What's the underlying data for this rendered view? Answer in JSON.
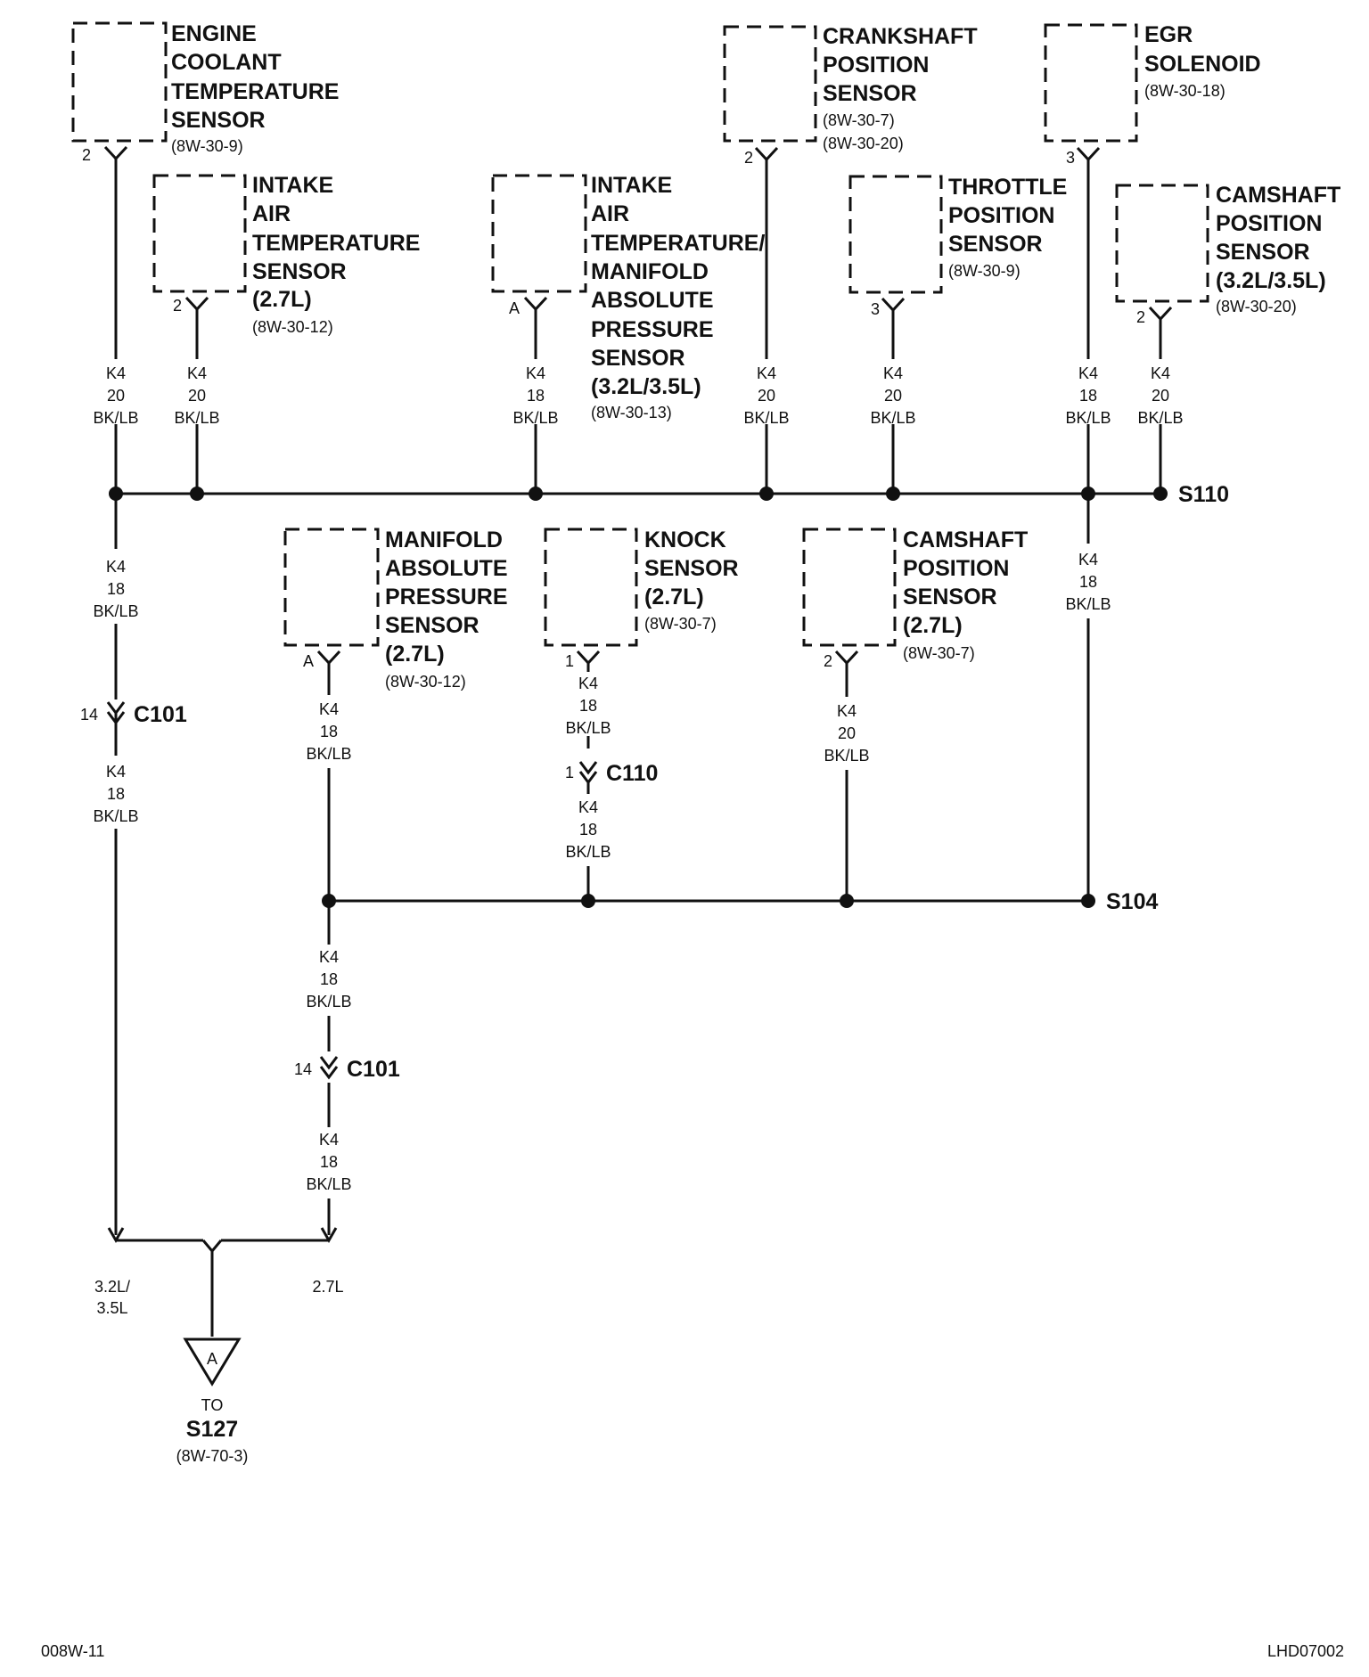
{
  "components": [
    {
      "id": "ect",
      "name_lines": [
        "ENGINE",
        "COOLANT",
        "TEMPERATURE",
        "SENSOR"
      ],
      "refs": [
        "(8W-30-9)"
      ],
      "pin": "2"
    },
    {
      "id": "iat27",
      "name_lines": [
        "INTAKE",
        "AIR",
        "TEMPERATURE",
        "SENSOR",
        "(2.7L)"
      ],
      "refs": [
        "(8W-30-12)"
      ],
      "pin": "2"
    },
    {
      "id": "iatmap",
      "name_lines": [
        "INTAKE",
        "AIR",
        "TEMPERATURE/",
        "MANIFOLD",
        "ABSOLUTE",
        "PRESSURE",
        "SENSOR",
        "(3.2L/3.5L)"
      ],
      "refs": [
        "(8W-30-13)"
      ],
      "pin": "A"
    },
    {
      "id": "ckp",
      "name_lines": [
        "CRANKSHAFT",
        "POSITION",
        "SENSOR"
      ],
      "refs": [
        "(8W-30-7)",
        "(8W-30-20)"
      ],
      "pin": "2"
    },
    {
      "id": "tps",
      "name_lines": [
        "THROTTLE",
        "POSITION",
        "SENSOR"
      ],
      "refs": [
        "(8W-30-9)"
      ],
      "pin": "3"
    },
    {
      "id": "egr",
      "name_lines": [
        "EGR",
        "SOLENOID"
      ],
      "refs": [
        "(8W-30-18)"
      ],
      "pin": "3"
    },
    {
      "id": "cmp32",
      "name_lines": [
        "CAMSHAFT",
        "POSITION",
        "SENSOR",
        "(3.2L/3.5L)"
      ],
      "refs": [
        "(8W-30-20)"
      ],
      "pin": "2"
    },
    {
      "id": "map27",
      "name_lines": [
        "MANIFOLD",
        "ABSOLUTE",
        "PRESSURE",
        "SENSOR",
        "(2.7L)"
      ],
      "refs": [
        "(8W-30-12)"
      ],
      "pin": "A"
    },
    {
      "id": "knock",
      "name_lines": [
        "KNOCK",
        "SENSOR",
        "(2.7L)"
      ],
      "refs": [
        "(8W-30-7)"
      ],
      "pin": "1"
    },
    {
      "id": "cmp27",
      "name_lines": [
        "CAMSHAFT",
        "POSITION",
        "SENSOR",
        "(2.7L)"
      ],
      "refs": [
        "(8W-30-7)"
      ],
      "pin": "2"
    }
  ],
  "wire_labels": [
    {
      "id": "w_ect",
      "lines": [
        "K4",
        "20",
        "BK/LB"
      ]
    },
    {
      "id": "w_iat27",
      "lines": [
        "K4",
        "20",
        "BK/LB"
      ]
    },
    {
      "id": "w_iatmap",
      "lines": [
        "K4",
        "18",
        "BK/LB"
      ]
    },
    {
      "id": "w_ckp",
      "lines": [
        "K4",
        "20",
        "BK/LB"
      ]
    },
    {
      "id": "w_tps",
      "lines": [
        "K4",
        "20",
        "BK/LB"
      ]
    },
    {
      "id": "w_egr",
      "lines": [
        "K4",
        "18",
        "BK/LB"
      ]
    },
    {
      "id": "w_cmp32",
      "lines": [
        "K4",
        "20",
        "BK/LB"
      ]
    },
    {
      "id": "w_s110_down",
      "lines": [
        "K4",
        "18",
        "BK/LB"
      ]
    },
    {
      "id": "w_s110_s104",
      "lines": [
        "K4",
        "18",
        "BK/LB"
      ]
    },
    {
      "id": "w_c101a_below",
      "lines": [
        "K4",
        "18",
        "BK/LB"
      ]
    },
    {
      "id": "w_map27",
      "lines": [
        "K4",
        "18",
        "BK/LB"
      ]
    },
    {
      "id": "w_knock",
      "lines": [
        "K4",
        "18",
        "BK/LB"
      ]
    },
    {
      "id": "w_c110_below",
      "lines": [
        "K4",
        "18",
        "BK/LB"
      ]
    },
    {
      "id": "w_cmp27",
      "lines": [
        "K4",
        "20",
        "BK/LB"
      ]
    },
    {
      "id": "w_s104_down",
      "lines": [
        "K4",
        "18",
        "BK/LB"
      ]
    },
    {
      "id": "w_c101b_below",
      "lines": [
        "K4",
        "18",
        "BK/LB"
      ]
    }
  ],
  "splices": [
    {
      "id": "s110",
      "label": "S110"
    },
    {
      "id": "s104",
      "label": "S104"
    }
  ],
  "connectors": [
    {
      "id": "c101a",
      "label": "C101",
      "pin": "14"
    },
    {
      "id": "c110",
      "label": "C110",
      "pin": "1"
    },
    {
      "id": "c101b",
      "label": "C101",
      "pin": "14"
    }
  ],
  "branch_labels": {
    "left_line1": "3.2L/",
    "left_line2": "3.5L",
    "right": "2.7L"
  },
  "offpage": {
    "letter": "A",
    "to": "TO",
    "target": "S127",
    "ref": "(8W-70-3)"
  },
  "footer": {
    "left": "008W-11",
    "right": "LHD07002"
  }
}
